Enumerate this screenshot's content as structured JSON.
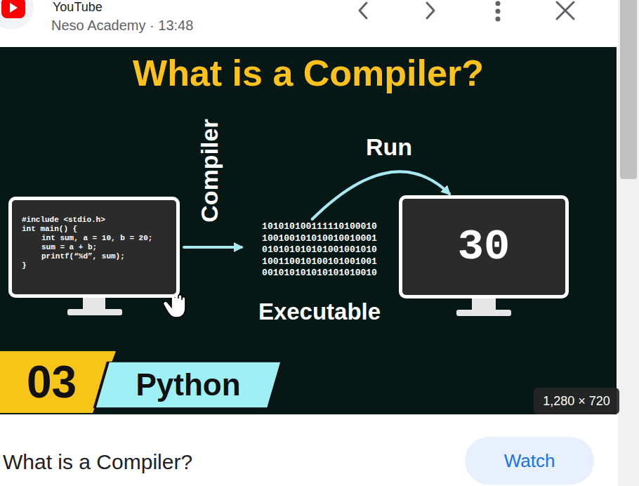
{
  "diagram": {
    "title": "What is a Compiler?",
    "caption": "What is a Compiler?",
    "nodes": [
      {
        "text": [
          "#include <stdio.h>",
          "int main() {",
          "int sum, a = 10, b = 20;",
          "sum = a + b;",
          "printf(“%d”, sum);",
          "}"
        ]
      },
      {
        "text": [
          "101010100111110100010",
          "100100101010010010001",
          "010101010101001001010",
          "100110010100101001001",
          "001010101010101010010",
          "Executable"
        ]
      },
      {
        "text": [
          "30"
        ]
      },
      {
        "text": [
          "03"
        ]
      },
      {
        "text": [
          "Python"
        ]
      },
      {
        "text": [
          "1,280 × 720"
        ]
      },
      {
        "text": [
          "Watch"
        ]
      }
    ],
    "edges": [
      {
        "from": 0,
        "to": 1,
        "arrow": "to",
        "label": "Compiler"
      },
      {
        "from": 1,
        "to": 2,
        "arrow": "to",
        "label": "Run"
      }
    ],
    "labels": [
      "YouTube",
      "Neso Academy · 13:48"
    ]
  }
}
